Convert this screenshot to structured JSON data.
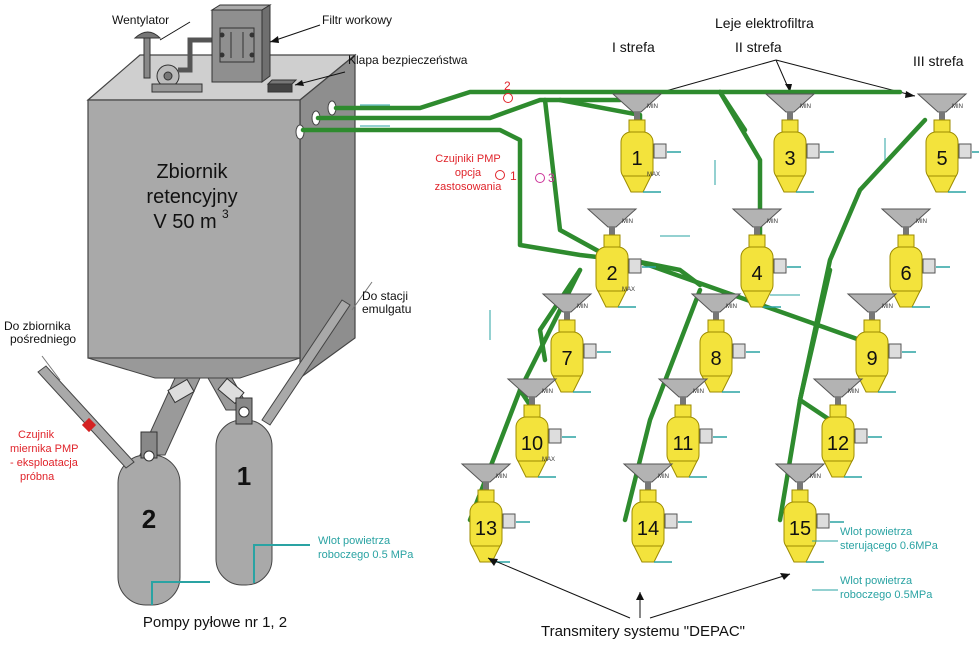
{
  "labels": {
    "wentylator": "Wentylator",
    "filtr": "Filtr workowy",
    "klapa": "Klapa bezpieczeństwa",
    "leje": "Leje  elektrofiltra",
    "strefa1": "I  strefa",
    "strefa2": "II strefa",
    "strefa3": "III strefa",
    "zbiornik_line1": "Zbiornik",
    "zbiornik_line2": "retencyjny",
    "zbiornik_line3": "V 50 m",
    "zbiornik_sup": "3",
    "czujniki_line1": "Czujniki PMP",
    "czujniki_line2": "opcja",
    "czujniki_line3": "zastosowania",
    "do_stacji_line1": "Do stacji",
    "do_stacji_line2": "emulgatu",
    "do_zbiornika_line1": "Do zbiornika",
    "do_zbiornika_line2": "pośredniego",
    "czujnik_line1": "Czujnik",
    "czujnik_line2": "miernika PMP",
    "czujnik_line3": "- eksploatacja",
    "czujnik_line4": "próbna",
    "wlot_roboczego_l1_line1": "Wlot powietrza",
    "wlot_roboczego_l1_line2": "roboczego 0.5 MPa",
    "wlot_sterujacego_line1": "Wlot powietrza",
    "wlot_sterujacego_line2": "sterującego 0.6MPa",
    "wlot_roboczego_r_line1": "Wlot powietrza",
    "wlot_roboczego_r_line2": "roboczego 0.5MPa",
    "pompy": "Pompy pyłowe nr 1, 2",
    "transmitery": "Transmitery systemu \"DEPAC\"",
    "max": "MAX",
    "min": "MIN"
  },
  "sensors": [
    "1",
    "2",
    "3"
  ],
  "pumps": [
    "1",
    "2"
  ],
  "transmitters": [
    "1",
    "2",
    "3",
    "4",
    "5",
    "6",
    "7",
    "8",
    "9",
    "10",
    "11",
    "12",
    "13",
    "14",
    "15"
  ],
  "colors": {
    "pipe": "#2e8b2e",
    "tank": "#a9a9a9",
    "transmitter": "#f3e33c",
    "red_text": "#e0242b",
    "teal_text": "#2aa3a3"
  }
}
